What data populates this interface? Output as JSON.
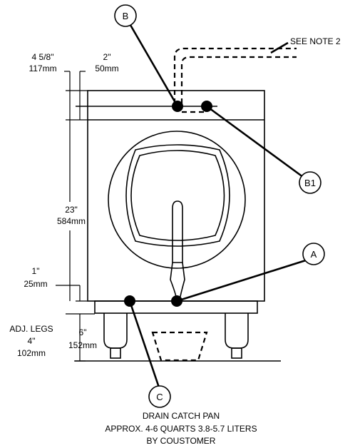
{
  "callouts": {
    "b": "B",
    "b1": "B1",
    "a": "A",
    "c": "C"
  },
  "notes": {
    "see_note": "SEE NOTE 2"
  },
  "dimensions": {
    "top_left_in": "4 5/8\"",
    "top_left_mm": "117mm",
    "top_right_in": "2\"",
    "top_right_mm": "50mm",
    "height_in": "23\"",
    "height_mm": "584mm",
    "bottom_in": "1\"",
    "bottom_mm": "25mm",
    "legs_label": "ADJ. LEGS",
    "legs_in": "4\"",
    "legs_mm": "102mm",
    "leg_clear_in": "6\"",
    "leg_clear_mm": "152mm"
  },
  "caption": {
    "line1": "DRAIN CATCH PAN",
    "line2": "APPROX. 4-6 QUARTS 3.8-5.7 LITERS",
    "line3": "BY COUSTOMER"
  }
}
